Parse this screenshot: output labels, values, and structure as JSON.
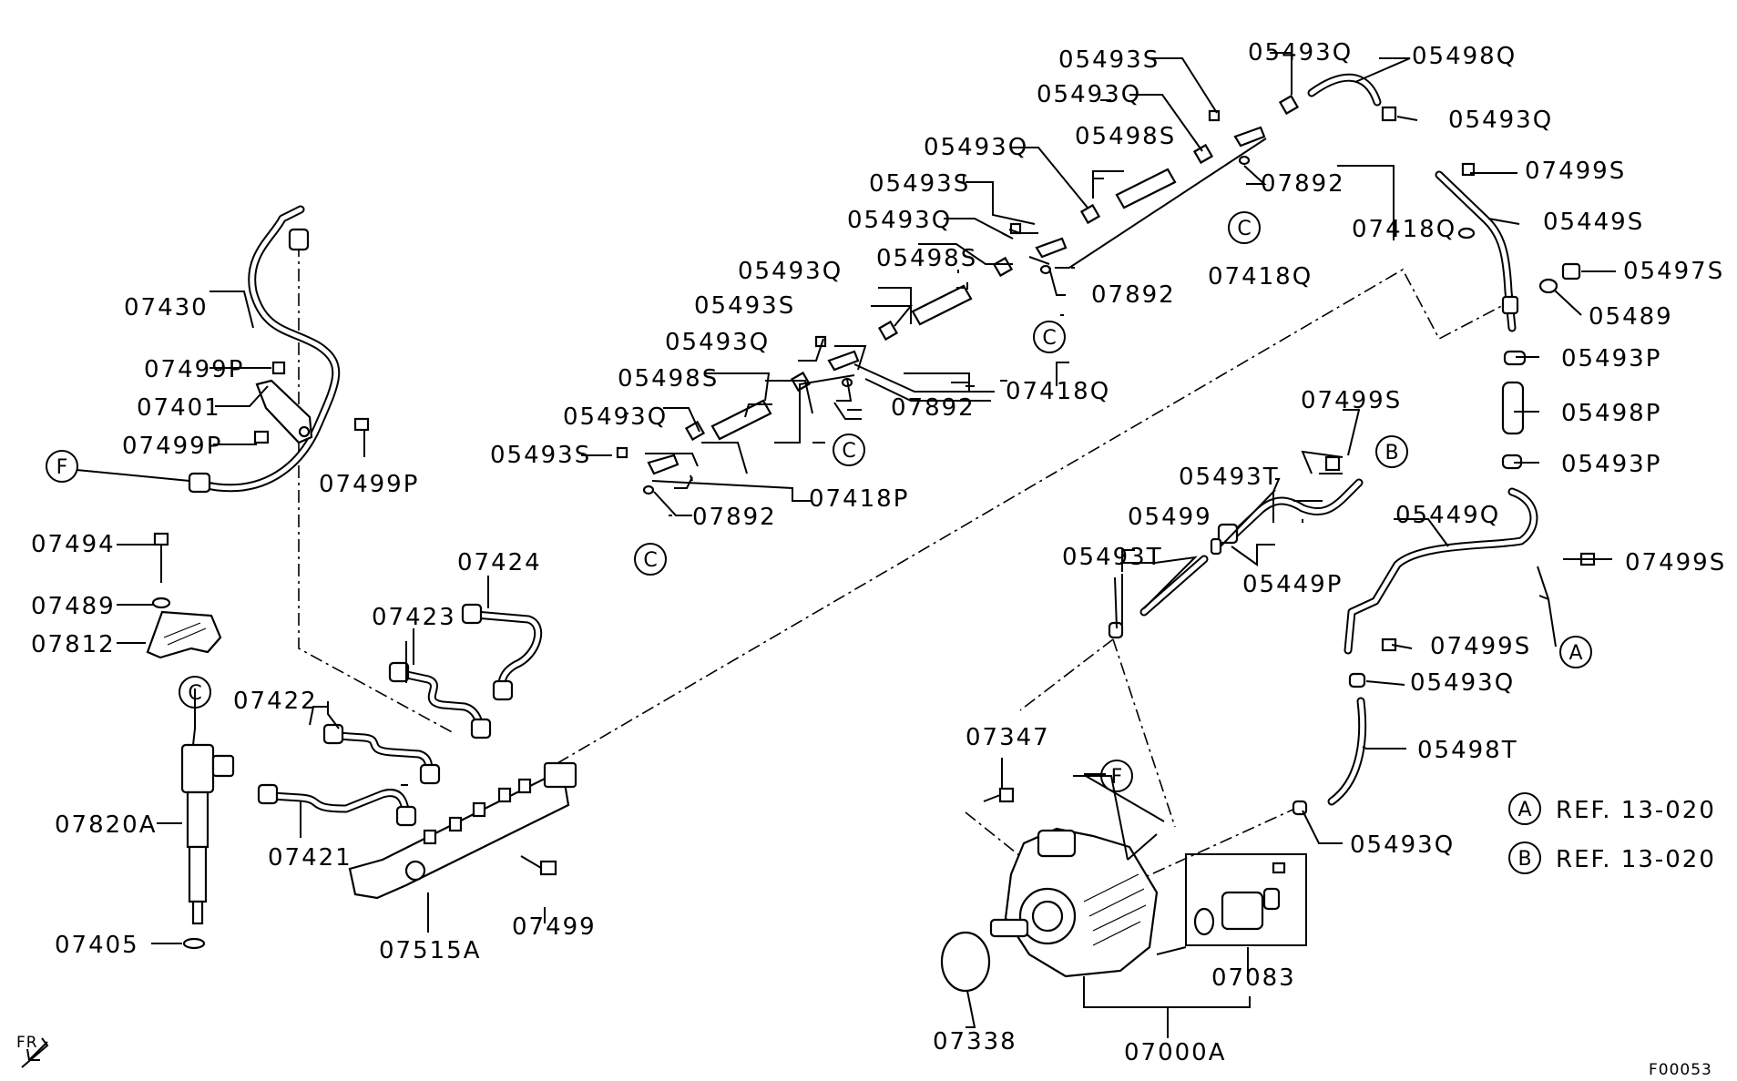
{
  "labels": {
    "l05493S_top": "05493S",
    "l05493Q_top": "05493Q",
    "l05498Q": "05498Q",
    "l05493Q_a": "05493Q",
    "l05493Q_r1": "05493Q",
    "l05498S_a": "05498S",
    "l05493Q_b": "05493Q",
    "l05493S_b": "05493S",
    "l07892_a": "07892",
    "l07418Q_a": "07418Q",
    "l07499S_a": "07499S",
    "l05449S": "05449S",
    "l05493Q_c": "05493Q",
    "l05498S_b": "05498S",
    "l07418Q_b": "07418Q",
    "l07892_b": "07892",
    "l05497S": "05497S",
    "l05489": "05489",
    "l05493Q_d": "05493Q",
    "l05493S_c": "05493S",
    "l05493Q_e": "05493Q",
    "l05498S_c": "05498S",
    "l07418Q_c": "07418Q",
    "l07892_c": "07892",
    "l05493Q_f": "05493Q",
    "l05493S_d": "05493S",
    "l07418P": "07418P",
    "l07892_d": "07892",
    "l05493P_a": "05493P",
    "l05498P": "05498P",
    "l05493P_b": "05493P",
    "l07430": "07430",
    "l07499P_a": "07499P",
    "l07401": "07401",
    "l07499P_b": "07499P",
    "l07499P_c": "07499P",
    "l07494": "07494",
    "l07489": "07489",
    "l07812": "07812",
    "l07820A": "07820A",
    "l07405": "07405",
    "l07424": "07424",
    "l07423": "07423",
    "l07422": "07422",
    "l07421": "07421",
    "l07515A": "07515A",
    "l07499": "07499",
    "l07499S_b": "07499S",
    "l05493T_a": "05493T",
    "l05499": "05499",
    "l05493T_b": "05493T",
    "l05449P": "05449P",
    "l05449Q": "05449Q",
    "l07499S_c": "07499S",
    "l07499S_d": "07499S",
    "l05493Q_g": "05493Q",
    "l05498T": "05498T",
    "l05493Q_h": "05493Q",
    "l07347": "07347",
    "l07083": "07083",
    "l07338": "07338",
    "l07000A": "07000A",
    "ref_a": "REF. 13-020",
    "ref_b": "REF. 13-020",
    "fr": "FR",
    "figure_code": "F00053"
  },
  "callouts": {
    "A": "A",
    "B": "B",
    "C": "C",
    "F": "F"
  }
}
